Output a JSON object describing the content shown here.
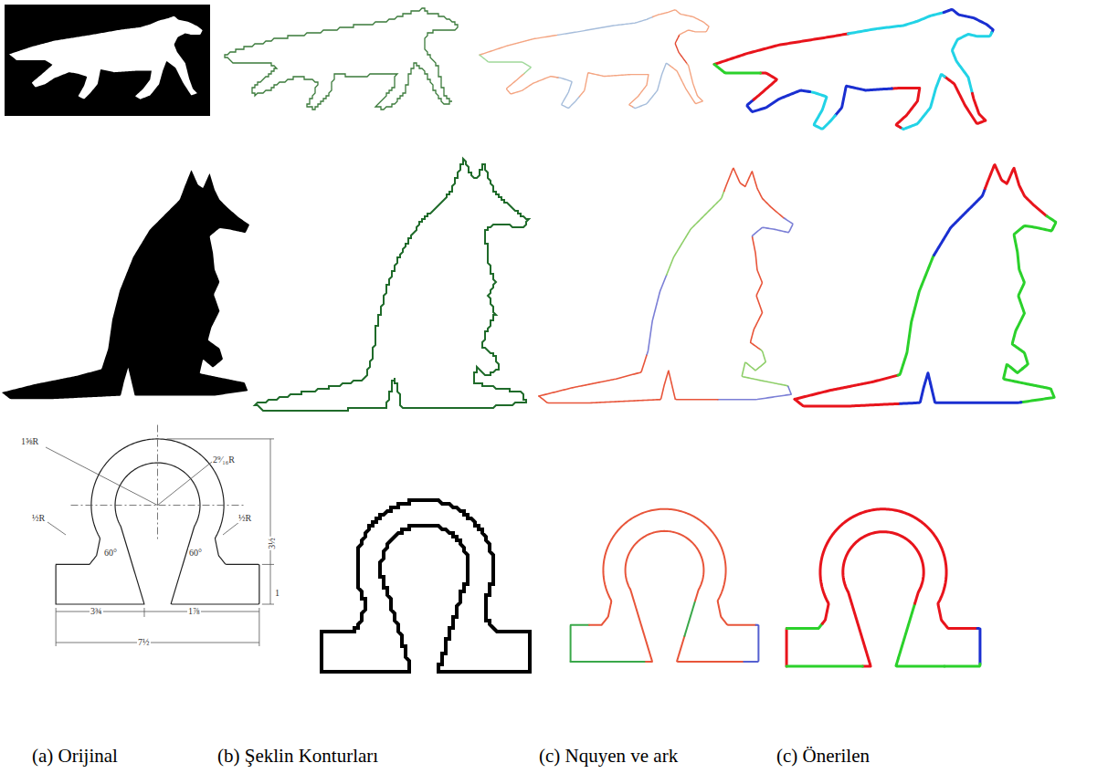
{
  "diagram": {
    "labels": [
      "1⅝R",
      "2⁹⁄₁₆R",
      "½R",
      "60°",
      "60°",
      "½R",
      "3½",
      "1",
      "3¾",
      "1⅞",
      "7½",
      "(a) Orijinal",
      "(b) Şeklin Konturları",
      "(c) Nquyen ve ark",
      "(c) Önerilen"
    ]
  }
}
